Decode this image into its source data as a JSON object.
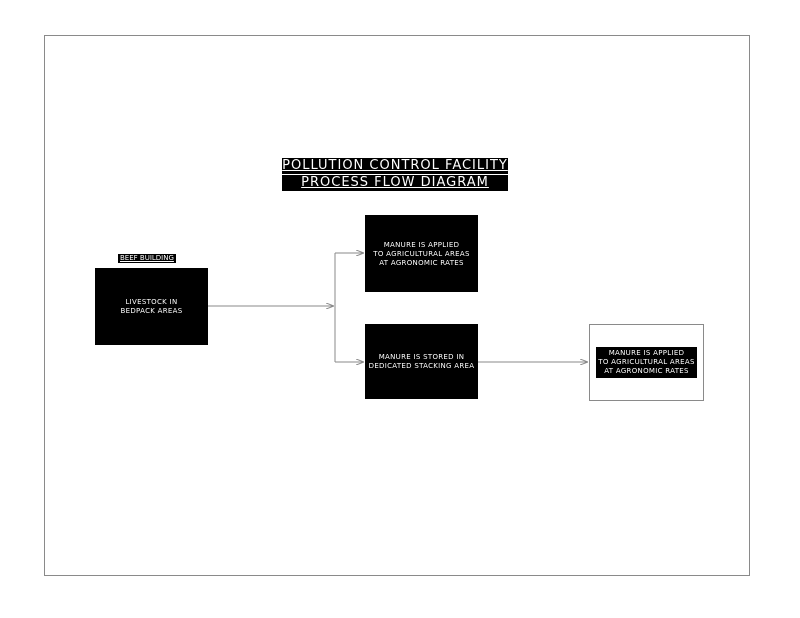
{
  "title": {
    "line1": "POLLUTION CONTROL FACILITY",
    "line2": "PROCESS FLOW DIAGRAM"
  },
  "labels": {
    "beef_building": "BEEF BUILDING"
  },
  "boxes": {
    "livestock": [
      "LIVESTOCK IN",
      "BEDPACK AREAS"
    ],
    "applied_top": [
      "MANURE IS APPLIED",
      "TO AGRICULTURAL AREAS",
      "AT AGRONOMIC RATES"
    ],
    "stored": [
      "MANURE IS STORED IN",
      "DEDICATED STACKING AREA"
    ],
    "applied_right": [
      "MANURE IS APPLIED",
      "TO AGRICULTURAL AREAS",
      "AT AGRONOMIC RATES"
    ]
  },
  "colors": {
    "box_fill": "#000000",
    "box_text": "#ffffff",
    "line": "#8a8a8a"
  }
}
